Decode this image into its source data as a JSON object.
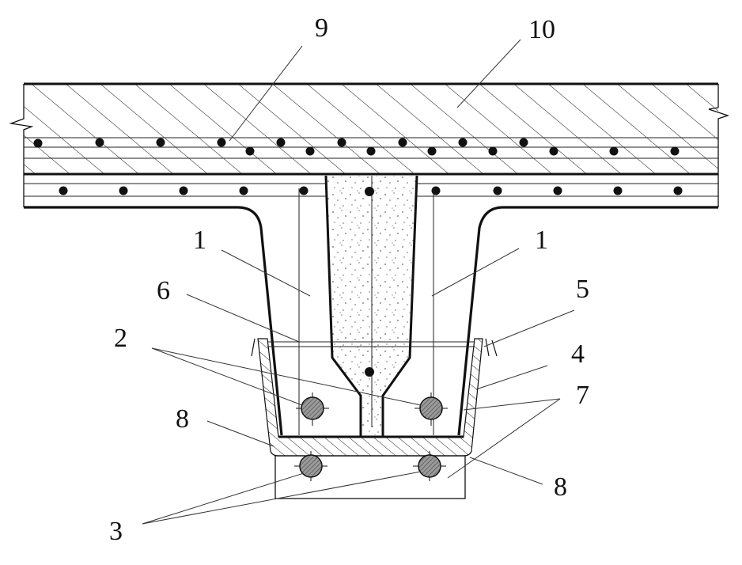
{
  "labels": {
    "l1_left": "1",
    "l1_right": "1",
    "l2": "2",
    "l3": "3",
    "l4": "4",
    "l5": "5",
    "l6": "6",
    "l7": "7",
    "l8_left": "8",
    "l8_right": "8",
    "l9": "9",
    "l10": "10"
  },
  "colors": {
    "line": "#111111",
    "rebar_fill": "#8a8a8a",
    "grout_dots": "#555555"
  }
}
